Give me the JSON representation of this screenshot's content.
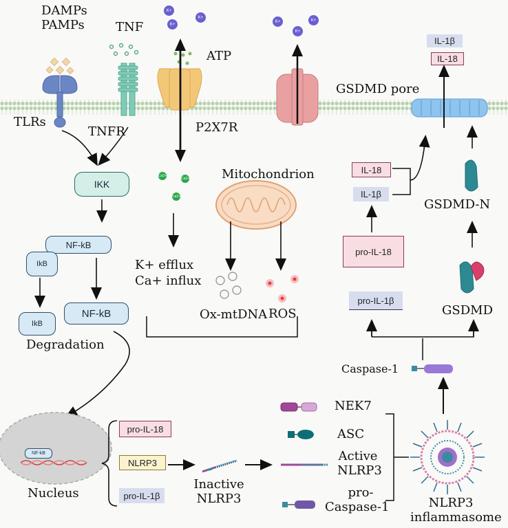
{
  "labels": {
    "damps": "DAMPs",
    "pamps": "PAMPs",
    "tnf": "TNF",
    "atp": "ATP",
    "tlrs": "TLRs",
    "tnfr": "TNFR",
    "p2x7r": "P2X7R",
    "gsdmd_pore": "GSDMD pore",
    "ikk": "IKK",
    "nfkb_complex": "NF-kB",
    "ikb_complex": "IkB",
    "ikb_free": "IkB",
    "degradation": "Degradation",
    "nfkb_free": "NF-kB",
    "ca_ion": "Ca2+",
    "k_ion": "K+",
    "k_efflux": "K+ efflux",
    "ca_influx": "Ca+ influx",
    "mitochondrion": "Mitochondrion",
    "ox_mtdna": "Ox-mtDNA",
    "ros": "ROS",
    "il18_top": "IL-18",
    "il1b_top": "IL-1β",
    "il18_mid": "IL-18",
    "il1b_mid": "IL-1β",
    "pro_il18_right": "pro-IL-18",
    "pro_il1b_right": "pro-IL-1β",
    "gsdmd_n": "GSDMD-N",
    "gsdmd": "GSDMD",
    "caspase1": "Caspase-1",
    "nek7": "NEK7",
    "asc": "ASC",
    "active_nlrp3_1": "Active",
    "active_nlrp3_2": "NLRP3",
    "pro_caspase_1": "pro-",
    "pro_caspase_2": "Caspase-1",
    "nlrp3_inflammasome_1": "NLRP3",
    "nlrp3_inflammasome_2": "inflammasome",
    "nucleus": "Nucleus",
    "nucleus_nfkb": "NF-kB",
    "pro_il18_nuc": "pro-IL-18",
    "nlrp3_nuc": "NLRP3",
    "pro_il1b_nuc": "pro-IL-1β",
    "inactive_nlrp3_1": "Inactive",
    "inactive_nlrp3_2": "NLRP3"
  },
  "colors": {
    "membrane": "#a7c8a0",
    "tlr": "#6b86c4",
    "tnfr": "#7fcbb8",
    "p2x7r": "#f2c878",
    "k_channel": "#e9a0a0",
    "gsdmd_pore": "#8fc4ef",
    "pink_box": "#f8dde3",
    "blue_box": "#d7ddee",
    "yellow_box": "#fbf3cf",
    "pill": "#d8e9f6",
    "ikk": "#d4efe7",
    "teal": "#2e8a92",
    "purple": "#8a5ac8"
  }
}
